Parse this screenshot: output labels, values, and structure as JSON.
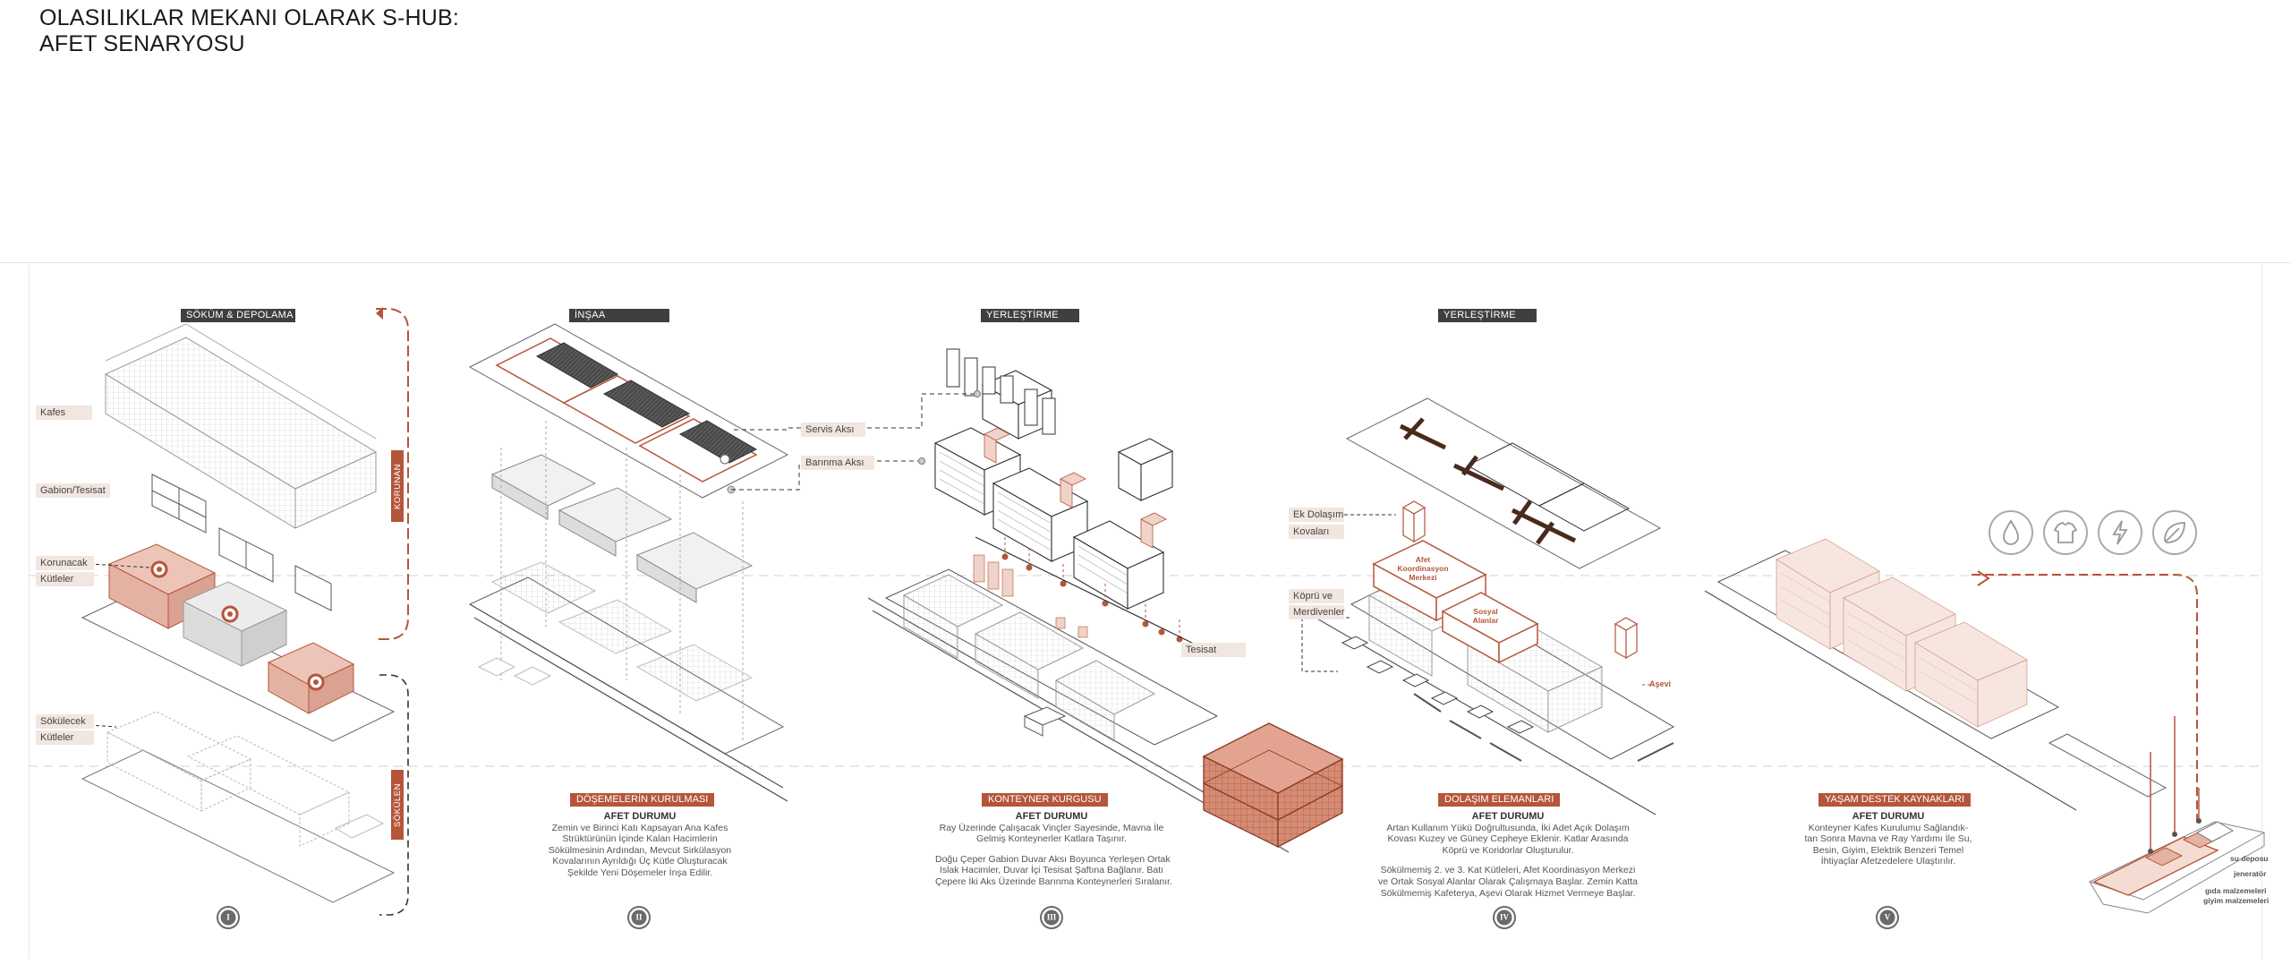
{
  "title": {
    "line1": "OLASILIKLAR MEKANI OLARAK S-HUB:",
    "line2": "AFET SENARYOSU"
  },
  "colors": {
    "accent": "#b5553a",
    "accent_light": "#f2e6e0",
    "dark_tag": "#3f3f3f",
    "line": "#9a9a9a"
  },
  "stages": [
    {
      "tag": "SÖKÜM & DEPOLAMA",
      "numeral": "I"
    },
    {
      "tag": "İNŞAA",
      "numeral": "II",
      "caption": "DÖŞEMELERİN KURULMASI",
      "heading": "AFET DURUMU",
      "lines": [
        "Zemin ve Birinci Katı Kapsayan Ana Kafes",
        "Strüktürünün İçinde Kalan Hacimlerin",
        "Sökülmesinin Ardından, Mevcut Sirkülasyon",
        "Kovalarının Ayrıldığı Üç Kütle Oluşturacak",
        "Şekilde Yeni Döşemeler İnşa Edilir."
      ]
    },
    {
      "tag": "YERLEŞTİRME",
      "numeral": "III",
      "caption": "KONTEYNER KURGUSU",
      "heading": "AFET DURUMU",
      "lines": [
        "Ray Üzerinde Çalışacak Vinçler Sayesinde, Mavna İle",
        "Gelmiş Konteynerler Katlara Taşınır."
      ],
      "lines2": [
        "Doğu Çeper Gabion Duvar Aksı Boyunca Yerleşen Ortak",
        "Islak Hacimler, Duvar İçi Tesisat Şaftına Bağlanır. Batı",
        "Çepere İki Aks Üzerinde Barınma Konteynerleri Sıralanır."
      ]
    },
    {
      "tag": "YERLEŞTİRME",
      "numeral": "IV",
      "caption": "DOLAŞIM ELEMANLARI",
      "heading": "AFET DURUMU",
      "lines": [
        "Artan Kullanım Yükü Doğrultusunda, İki Adet Açık Dolaşım",
        "Kovası Kuzey ve Güney Cepheye Eklenir. Katlar Arasında",
        "Köprü ve Koridorlar Oluşturulur."
      ],
      "lines2": [
        "Sökülmemiş 2. ve 3. Kat Kütleleri, Afet Koordinasyon Merkezi",
        "ve Ortak Sosyal Alanlar Olarak Çalışmaya Başlar. Zemin Katta",
        "Sökülmemiş Kafeterya, Aşevi Olarak Hizmet Vermeye Başlar."
      ]
    },
    {
      "numeral": "V",
      "caption": "YAŞAM DESTEK KAYNAKLARI",
      "heading": "AFET DURUMU",
      "lines": [
        "Konteyner Kafes Kurulumu Sağlandık-",
        "tan Sonra Mavna ve Ray Yardımı İle Su,",
        "Besin, Giyim, Elektrik Benzeri Temel",
        "İhtiyaçlar Afetzedelere Ulaştırılır."
      ]
    }
  ],
  "labels": {
    "kafes": "Kafes",
    "gabion": "Gabion/Tesisat",
    "korunacak1": "Korunacak",
    "korunacak2": "Kütleler",
    "sokulecek1": "Sökülecek",
    "sokulecek2": "Kütleler",
    "korunan": "KORUNAN",
    "sokulen": "SÖKÜLEN",
    "servis": "Servis Aksı",
    "barinma": "Barınma Aksı",
    "tesisat": "Tesisat",
    "ek1": "Ek Dolaşım",
    "ek2": "Kovaları",
    "kopru1": "Köprü ve",
    "kopru2": "Merdivenler",
    "afet1": "Afet",
    "afet2": "Koordinasyon",
    "afet3": "Merkezi",
    "sosyal1": "Sosyal",
    "sosyal2": "Alanlar",
    "asevi": "Aşevi",
    "su": "su deposu",
    "jen": "jeneratör",
    "gida": "gıda malzemeleri",
    "giyim": "giyim malzemeleri"
  },
  "icons": [
    "water-drop-icon",
    "tshirt-icon",
    "lightning-icon",
    "leaf-icon"
  ]
}
